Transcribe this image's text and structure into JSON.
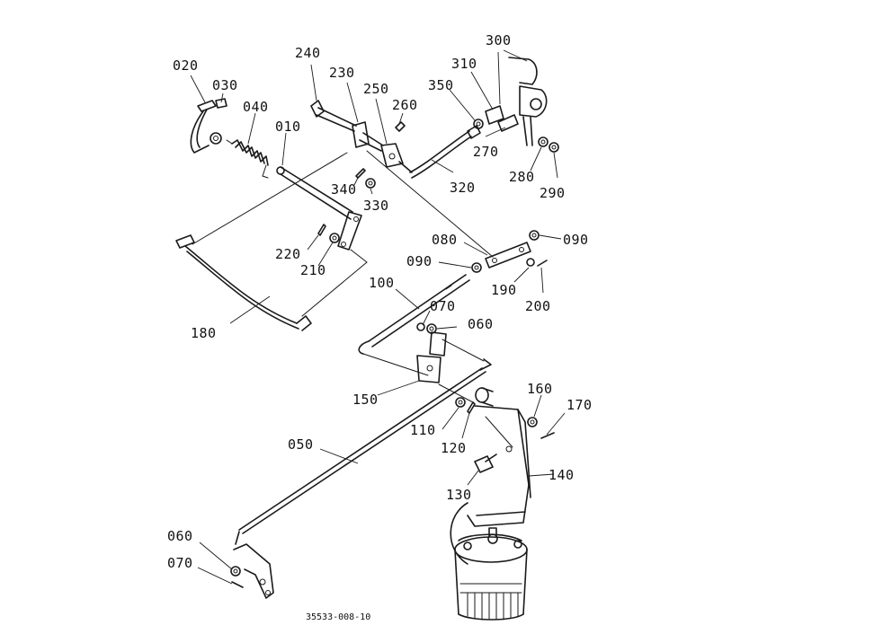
{
  "parts": [
    {
      "key": "p010",
      "label": "010"
    },
    {
      "key": "p020",
      "label": "020"
    },
    {
      "key": "p030",
      "label": "030"
    },
    {
      "key": "p040",
      "label": "040"
    },
    {
      "key": "p050",
      "label": "050"
    },
    {
      "key": "p060a",
      "label": "060"
    },
    {
      "key": "p060b",
      "label": "060"
    },
    {
      "key": "p070a",
      "label": "070"
    },
    {
      "key": "p070b",
      "label": "070"
    },
    {
      "key": "p080",
      "label": "080"
    },
    {
      "key": "p090a",
      "label": "090"
    },
    {
      "key": "p090b",
      "label": "090"
    },
    {
      "key": "p100",
      "label": "100"
    },
    {
      "key": "p110",
      "label": "110"
    },
    {
      "key": "p120",
      "label": "120"
    },
    {
      "key": "p130",
      "label": "130"
    },
    {
      "key": "p140",
      "label": "140"
    },
    {
      "key": "p150",
      "label": "150"
    },
    {
      "key": "p160",
      "label": "160"
    },
    {
      "key": "p170",
      "label": "170"
    },
    {
      "key": "p180",
      "label": "180"
    },
    {
      "key": "p190",
      "label": "190"
    },
    {
      "key": "p200",
      "label": "200"
    },
    {
      "key": "p210",
      "label": "210"
    },
    {
      "key": "p220",
      "label": "220"
    },
    {
      "key": "p230",
      "label": "230"
    },
    {
      "key": "p240",
      "label": "240"
    },
    {
      "key": "p250",
      "label": "250"
    },
    {
      "key": "p260",
      "label": "260"
    },
    {
      "key": "p270",
      "label": "270"
    },
    {
      "key": "p280",
      "label": "280"
    },
    {
      "key": "p290",
      "label": "290"
    },
    {
      "key": "p300",
      "label": "300"
    },
    {
      "key": "p310",
      "label": "310"
    },
    {
      "key": "p320",
      "label": "320"
    },
    {
      "key": "p330",
      "label": "330"
    },
    {
      "key": "p340",
      "label": "340"
    },
    {
      "key": "p350",
      "label": "350"
    }
  ],
  "drawing_ref": "35533-008-10"
}
